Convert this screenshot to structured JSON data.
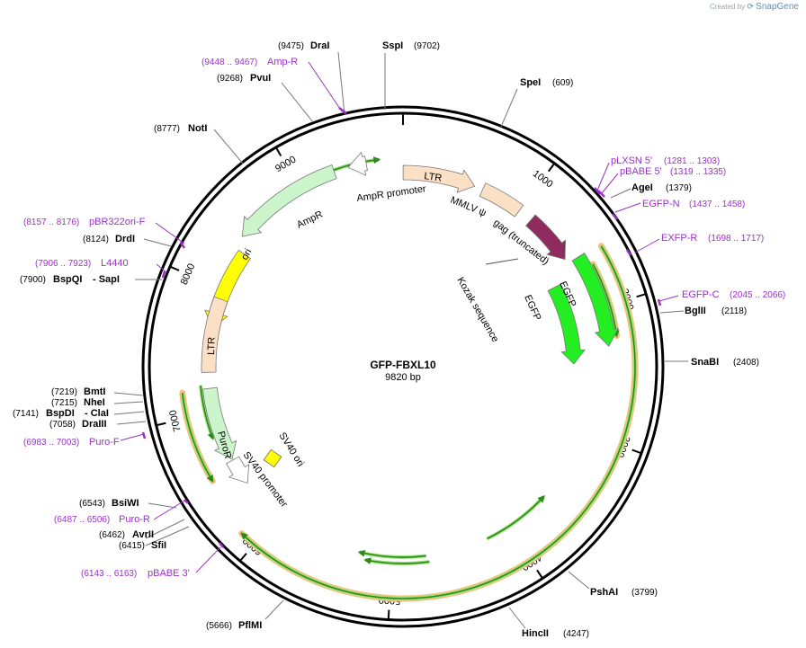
{
  "credit": {
    "prefix": "Created by",
    "brand": "SnapGene"
  },
  "plasmid": {
    "name": "GFP-FBXL10",
    "length_label": "9820 bp",
    "length": 9820
  },
  "ticks": [
    "1000",
    "2000",
    "3000",
    "4000",
    "5000",
    "6000",
    "7000",
    "8000",
    "9000"
  ],
  "features": [
    {
      "name": "LTR",
      "label": "LTR",
      "start": 1,
      "end": 590,
      "ring": "inner",
      "color": "#fce0c6",
      "dir": 1
    },
    {
      "name": "mmlv",
      "label": "MMLV ψ",
      "start": 660,
      "end": 1000,
      "ring": "inner",
      "color": "#fce0c6",
      "dir": 0
    },
    {
      "name": "gag",
      "label": "gag (truncated)",
      "start": 1120,
      "end": 1540,
      "ring": "inner",
      "color": "#8f2b5e",
      "dir": 1
    },
    {
      "name": "egfp-1",
      "label": "EGFP",
      "start": 1580,
      "end": 2300,
      "ring": "mid",
      "color": "#22ee22",
      "dir": 1
    },
    {
      "name": "egfp-2",
      "label": "EGFP",
      "start": 1700,
      "end": 2430,
      "ring": "inner",
      "color": "#22ee22",
      "dir": 1
    },
    {
      "name": "ori",
      "label": "ori",
      "start": 7680,
      "end": 8330,
      "ring": "inner",
      "color": "#ffff00",
      "dir": -1
    },
    {
      "name": "ltr-2",
      "label": "LTR",
      "start": 7320,
      "end": 7920,
      "ring": "inner",
      "color": "#fce0c6",
      "dir": 0
    },
    {
      "name": "ampr",
      "label": "AmpR",
      "start": 8430,
      "end": 9290,
      "ring": "mid",
      "color": "#ccf5cc",
      "dir": -1
    },
    {
      "name": "ampr-promoter",
      "label": "AmpR promoter",
      "start": 9400,
      "end": 9540,
      "ring": "mid",
      "color": "#ffffff",
      "dir": -1
    },
    {
      "name": "puror",
      "label": "PuroR",
      "start": 6590,
      "end": 7190,
      "ring": "inner",
      "color": "#ccf5cc",
      "dir": -1
    },
    {
      "name": "sv40-promoter",
      "label": "SV40 promoter",
      "start": 6360,
      "end": 6580,
      "ring": "inner",
      "color": "#ffffff",
      "dir": -1
    }
  ],
  "feature_text": {
    "ltr1": "LTR",
    "mmlv": "MMLV ψ",
    "gag": "gag (truncated)",
    "egfp_a": "EGFP",
    "egfp_b": "EGFP",
    "ori": "ori",
    "ltr2": "LTR",
    "ampr": "AmpR",
    "ampr_prom": "AmpR promoter",
    "puror": "PuroR",
    "sv40_prom": "SV40 promoter",
    "sv40_ori": "SV40 ori",
    "kozak": "Kozak sequence"
  },
  "enzymes": [
    {
      "id": "drai",
      "name": "DraI",
      "pos": "(9475)"
    },
    {
      "id": "sspi",
      "name": "SspI",
      "pos": "(9702)"
    },
    {
      "id": "pvui",
      "name": "PvuI",
      "pos": "(9268)"
    },
    {
      "id": "spei",
      "name": "SpeI",
      "pos": "(609)"
    },
    {
      "id": "noti",
      "name": "NotI",
      "pos": "(8777)"
    },
    {
      "id": "agei",
      "name": "AgeI",
      "pos": "(1379)"
    },
    {
      "id": "drdi",
      "name": "DrdI",
      "pos": "(8124)"
    },
    {
      "id": "bspqi",
      "name": "BspQI",
      "pos": "(7900)"
    },
    {
      "id": "bglii",
      "name": "BglII",
      "pos": "(2118)"
    },
    {
      "id": "snabi",
      "name": "SnaBI",
      "pos": "(2408)"
    },
    {
      "id": "bmti",
      "name": "BmtI",
      "pos": "(7219)"
    },
    {
      "id": "nhei",
      "name": "NheI",
      "pos": "(7215)"
    },
    {
      "id": "bspdi",
      "name": "BspDI",
      "pos": "(7141)"
    },
    {
      "id": "draiii",
      "name": "DraIII",
      "pos": "(7058)"
    },
    {
      "id": "bsiwi",
      "name": "BsiWI",
      "pos": "(6543)"
    },
    {
      "id": "avrii",
      "name": "AvrII",
      "pos": "(6462)"
    },
    {
      "id": "sfii",
      "name": "SfiI",
      "pos": "(6415)"
    },
    {
      "id": "psha",
      "name": "PshAI",
      "pos": "(3799)"
    },
    {
      "id": "pflmi",
      "name": "PflMI",
      "pos": "(5666)"
    },
    {
      "id": "hincii",
      "name": "HincII",
      "pos": "(4247)"
    }
  ],
  "enzyme_suffix": {
    "sapi": "- SapI",
    "clai": "- ClaI"
  },
  "primers": [
    {
      "id": "ampr_r",
      "name": "Amp-R",
      "pos": "(9448 .. 9467)"
    },
    {
      "id": "plxsn5",
      "name": "pLXSN 5'",
      "pos": "(1281 .. 1303)"
    },
    {
      "id": "pbabe5",
      "name": "pBABE 5'",
      "pos": "(1319 .. 1335)"
    },
    {
      "id": "egfp_n",
      "name": "EGFP-N",
      "pos": "(1437 .. 1458)"
    },
    {
      "id": "exfp_r",
      "name": "EXFP-R",
      "pos": "(1698 .. 1717)"
    },
    {
      "id": "egfp_c",
      "name": "EGFP-C",
      "pos": "(2045 .. 2066)"
    },
    {
      "id": "pbr322",
      "name": "pBR322ori-F",
      "pos": "(8157 .. 8176)"
    },
    {
      "id": "l4440",
      "name": "L4440",
      "pos": "(7906 .. 7923)"
    },
    {
      "id": "puro_f",
      "name": "Puro-F",
      "pos": "(6983 .. 7003)"
    },
    {
      "id": "puro_r",
      "name": "Puro-R",
      "pos": "(6487 .. 6506)"
    },
    {
      "id": "pbabe3",
      "name": "pBABE 3'",
      "pos": "(6143 .. 6163)"
    }
  ],
  "colors": {
    "backbone": "#000000",
    "enzyme_line": "#888888",
    "primer": "#9b30c8",
    "orf_highlight": "#f4c07a",
    "orf_arrow": "#2a8a1a"
  }
}
